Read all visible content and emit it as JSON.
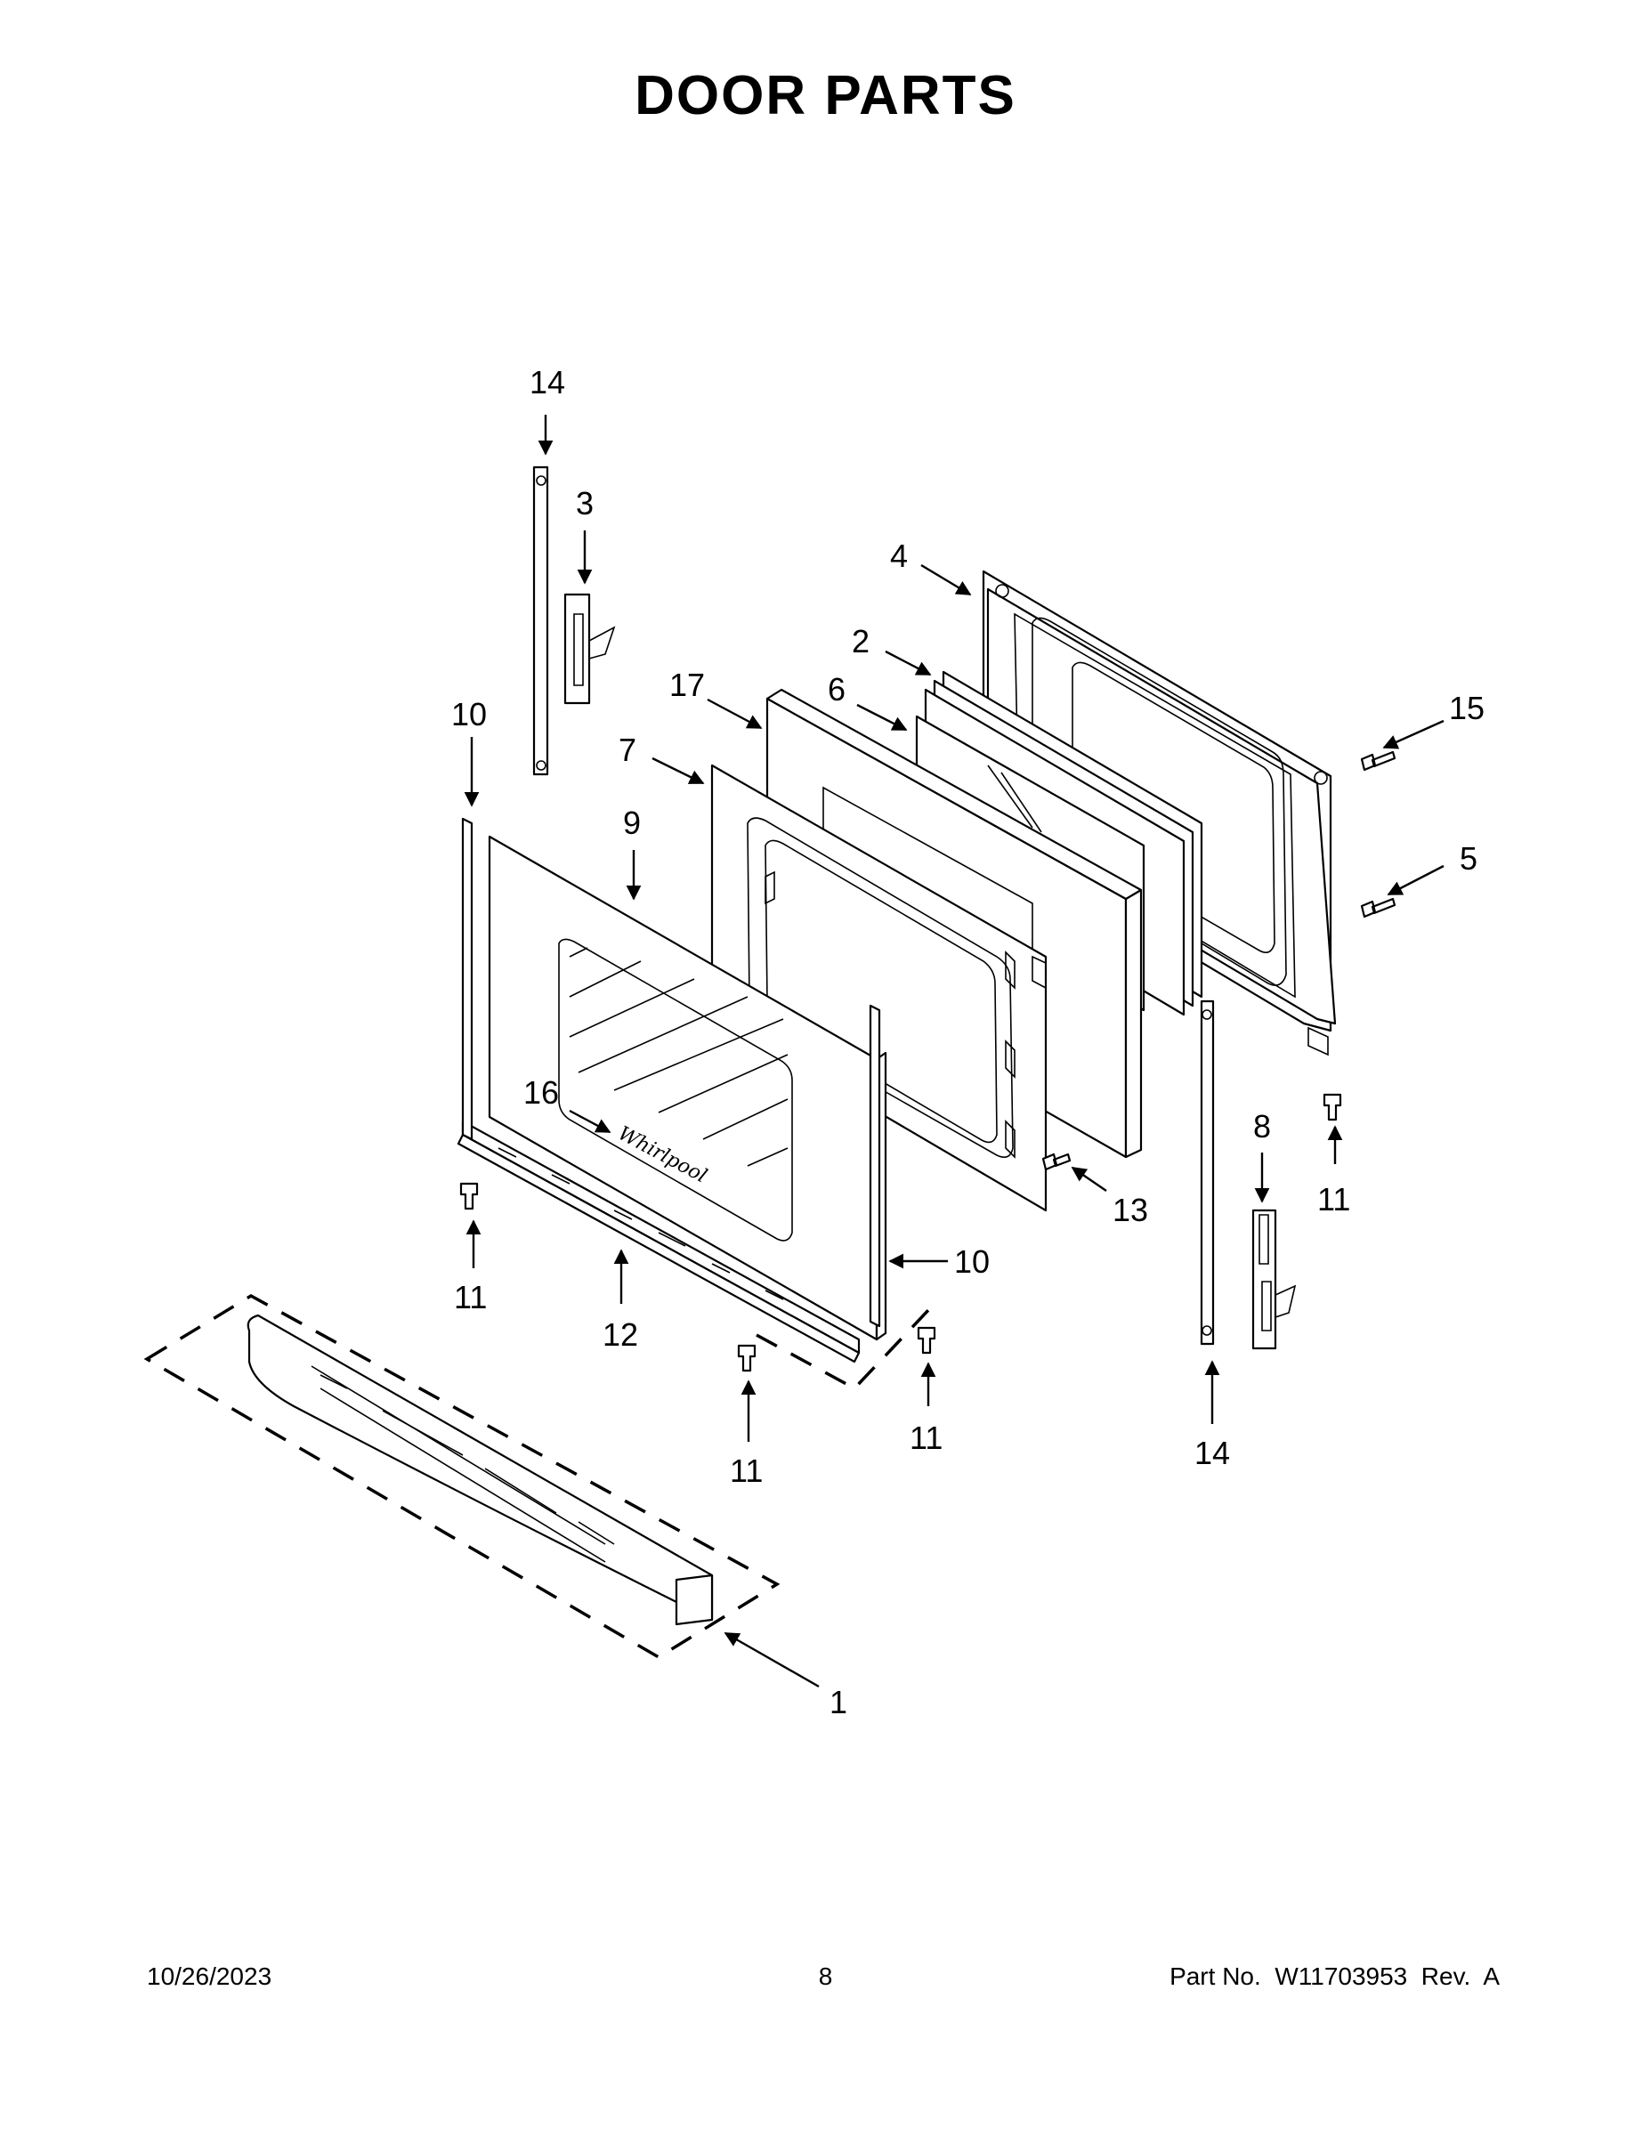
{
  "title": "DOOR PARTS",
  "footer": {
    "date": "10/26/2023",
    "page": "8",
    "part_no": "Part No.  W11703953  Rev.  A"
  },
  "logo_text": "Whirlpool",
  "callouts": {
    "c1": "1",
    "c2": "2",
    "c3": "3",
    "c4": "4",
    "c5": "5",
    "c6": "6",
    "c7": "7",
    "c8": "8",
    "c9": "9",
    "c10a": "10",
    "c10b": "10",
    "c11a": "11",
    "c11b": "11",
    "c11c": "11",
    "c11d": "11",
    "c12": "12",
    "c13": "13",
    "c14a": "14",
    "c14b": "14",
    "c15": "15",
    "c16": "16",
    "c17": "17"
  }
}
